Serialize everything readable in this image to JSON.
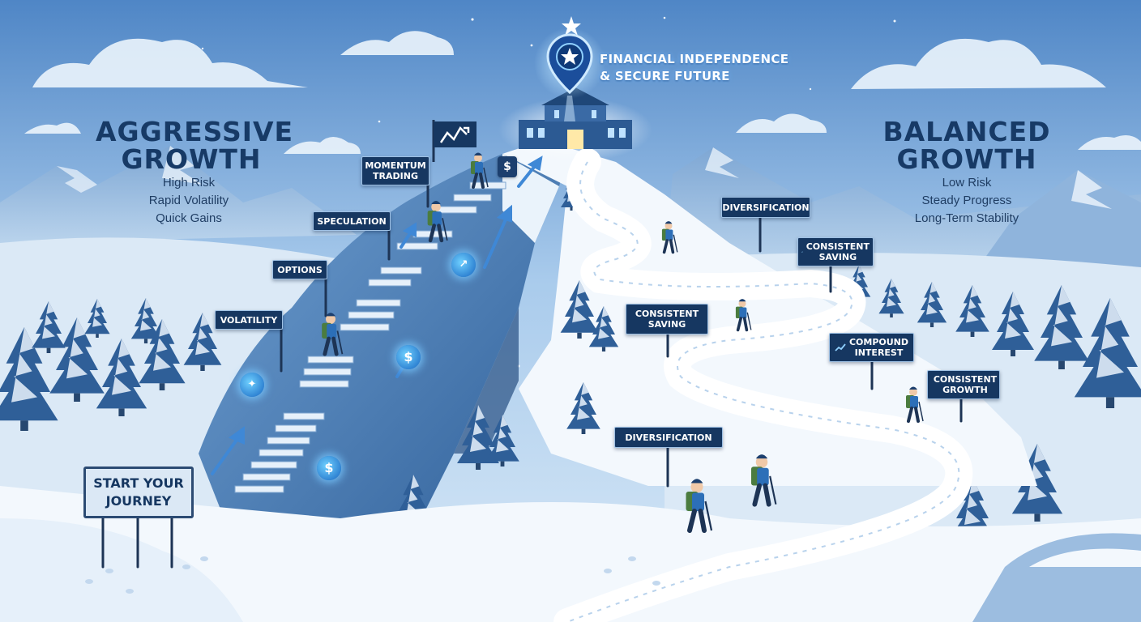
{
  "aggressive": {
    "title_line1": "AGGRESSIVE",
    "title_line2": "GROWTH",
    "traits": [
      "High Risk",
      "Rapid Volatility",
      "Quick Gains"
    ]
  },
  "balanced": {
    "title_line1": "BALANCED",
    "title_line2": "GROWTH",
    "traits": [
      "Low Risk",
      "Steady Progress",
      "Long-Term Stability"
    ]
  },
  "goal": {
    "line1": "FINANCIAL INDEPENDENCE",
    "line2": "& SECURE FUTURE"
  },
  "start_sign": {
    "line1": "START YOUR",
    "line2": "JOURNEY"
  },
  "steep_path_signs": [
    {
      "line1": "VOLATILITY"
    },
    {
      "line1": "OPTIONS"
    },
    {
      "line1": "SPECULATION"
    },
    {
      "line1": "MOMENTUM",
      "line2": "TRADING"
    }
  ],
  "gentle_path_signs": [
    {
      "line1": "DIVERSIFICATION"
    },
    {
      "line1": "CONSISTENT",
      "line2": "SAVING"
    },
    {
      "line1": "CONSISTENT",
      "line2": "SAVING"
    },
    {
      "line1": "COMPOUND",
      "line2": "INTEREST"
    },
    {
      "line1": "CONSISTENT",
      "line2": "GROWTH"
    },
    {
      "line1": "DIVERSIFICATION"
    }
  ],
  "icons": {
    "dollar_symbol": "$",
    "names": [
      "star-icon",
      "location-pin-icon",
      "dollar-coin-icon",
      "trend-up-icon",
      "trend-down-icon",
      "bar-chart-icon",
      "flag-icon",
      "mountain-icon",
      "tree-icon",
      "hiker-icon",
      "arrow-up-icon"
    ]
  },
  "colors": {
    "sky_top": "#4f86c6",
    "sky_bottom": "#cfe3f5",
    "sign_dark": "#163761",
    "glow": "#6fd0ff",
    "snow": "#f3f8fd",
    "heading": "#173a66"
  }
}
